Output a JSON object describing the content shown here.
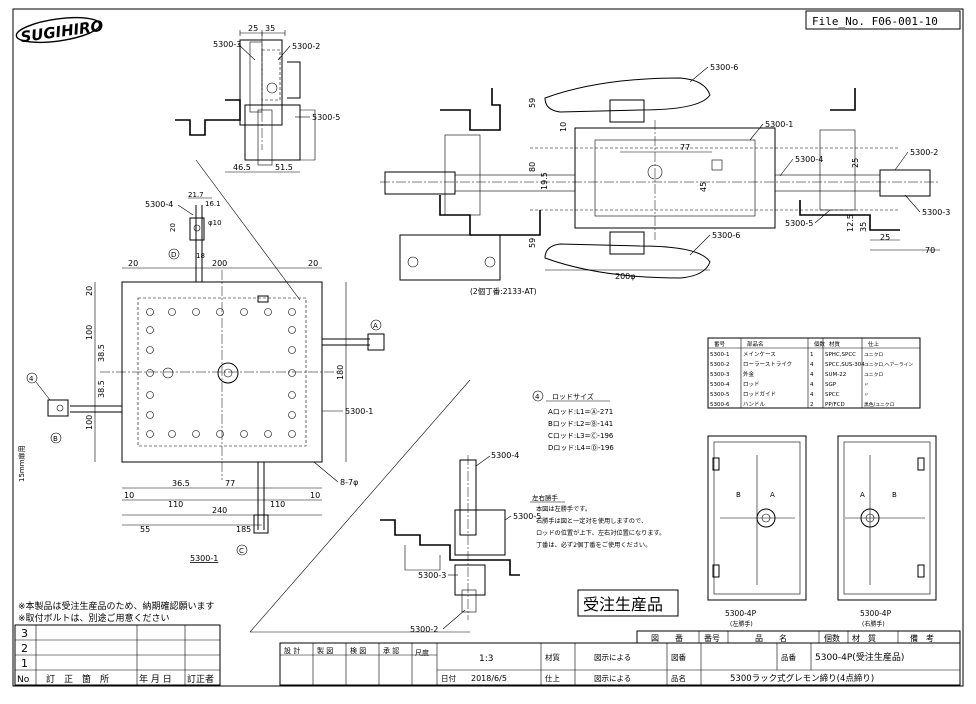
{
  "file_no": "File_No. F06-001-10",
  "logo_text": "SUGIHIRO",
  "notes": {
    "line1": "※本製品は受注生産品のため、納期確認願います",
    "line2": "※取付ボルトは、別途ご用意ください"
  },
  "stamp": "受注生産品",
  "parts_table": {
    "headers": [
      "番号",
      "部品名",
      "個数",
      "材質",
      "仕上"
    ],
    "rows": [
      [
        "5300-1",
        "メインケース",
        "1",
        "SPHC,SPCC",
        "ユニクロ"
      ],
      [
        "5300-2",
        "ローラーストライク",
        "4",
        "SPCC,SUS-304",
        "ユニクロ,ヘアーライン"
      ],
      [
        "5300-3",
        "外金",
        "4",
        "SUM-22",
        "ユニクロ"
      ],
      [
        "5300-4",
        "ロッド",
        "4",
        "SGP",
        "〃"
      ],
      [
        "5300-5",
        "ロッドガイド",
        "4",
        "SPCC",
        "〃"
      ],
      [
        "5300-6",
        "ハンドル",
        "2",
        "PP/FCD",
        "黒色/ユニクロ"
      ]
    ]
  },
  "rod_size": {
    "title": "ロッドサイズ",
    "circle_label": "4",
    "lines": [
      "Aロッド:L1=Ⓐ-271",
      "Bロッド:L2=Ⓑ-141",
      "Cロッド:L3=Ⓒ-196",
      "Dロッド:L4=Ⓓ-196"
    ]
  },
  "hand_note": {
    "title": "左右勝手",
    "lines": [
      "本図は左勝手です。",
      "右勝手は図と一定対を使用しますので、",
      "ロッドの位置が上下、左右対位置になります。",
      "丁番は、必ず2個丁番をご使用ください。"
    ]
  },
  "labels": {
    "p1": "5300-1",
    "p2": "5300-2",
    "p3": "5300-3",
    "p4": "5300-4",
    "p5": "5300-5",
    "p6": "5300-6",
    "bolt": "8-7φ",
    "hinge_note": "(2個丁番:2133-AT)",
    "door_side": "15mm扉用",
    "left_view": "5300-4P",
    "left_view_sub": "(左勝手)",
    "right_view": "5300-4P",
    "right_view_sub": "(右勝手)"
  },
  "dims": {
    "d25": "25",
    "d35": "35",
    "d46_5": "46.5",
    "d51_5": "51.5",
    "d21_7": "21.7",
    "d16_1": "16.1",
    "phi10": "φ10",
    "d20": "20",
    "d18": "18",
    "d200": "200",
    "d100": "100",
    "d38_5": "38.5",
    "d180": "180",
    "d36_5": "36.5",
    "d77": "77",
    "d110": "110",
    "d240": "240",
    "d55": "55",
    "d185": "185",
    "d10": "10",
    "d59": "59",
    "d70": "70",
    "d19_5": "19.5",
    "d45": "45",
    "d12_5": "12.5",
    "d200phi": "200φ",
    "d80": "80"
  },
  "circles": {
    "A": "A",
    "B": "B",
    "C": "C",
    "D": "D",
    "four": "4"
  },
  "revisions": {
    "rows": [
      "3",
      "2",
      "1"
    ],
    "footer": [
      "No",
      "訂　正　箇　所",
      "年 月 日",
      "訂正者"
    ]
  },
  "title_block": {
    "header": [
      "図　　番",
      "番号",
      "品　　名",
      "個数",
      "材　質",
      "備　考"
    ],
    "approvals": [
      "設 計",
      "製 図",
      "検 図",
      "承 認"
    ],
    "scale_label": "尺度",
    "scale": "1:3",
    "date_label": "日付",
    "date": "2018/6/5",
    "material_label": "材質",
    "material_value": "図示による",
    "finish_label": "仕上",
    "finish_value": "図示による",
    "drawing_no_label": "図番",
    "product_code_label": "品番",
    "product_code": "5300-4P(受注生産品)",
    "product_name_label": "品名",
    "product_name": "5300ラック式グレモン締り(4点締り)"
  }
}
